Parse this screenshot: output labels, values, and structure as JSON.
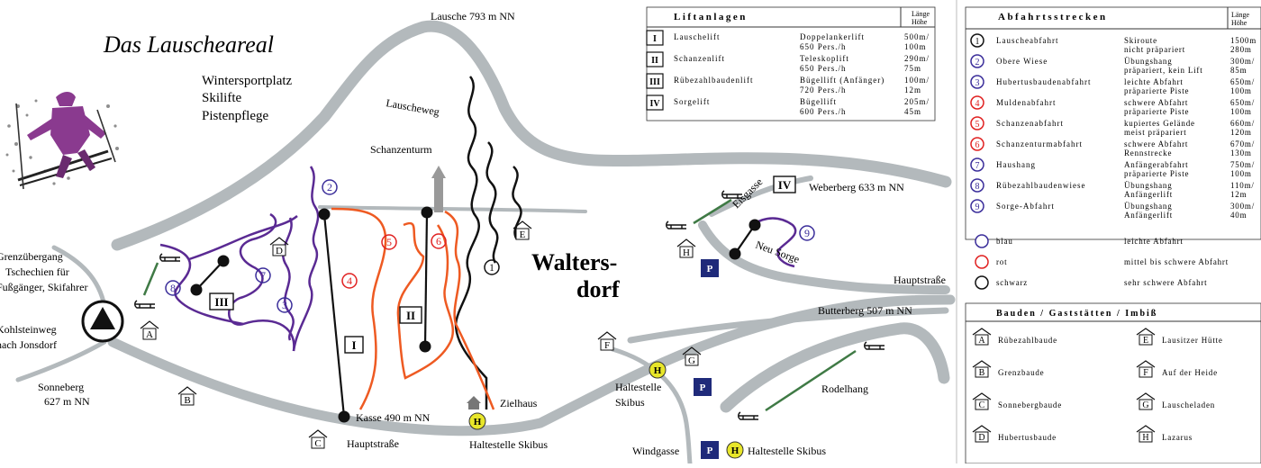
{
  "map": {
    "title": "Das Lauscheareal",
    "intro_lines": [
      "Wintersportplatz",
      "Skilifte",
      "Pistenpflege"
    ],
    "town": [
      "Walters-",
      "dorf"
    ],
    "places": {
      "lausche": "Lausche 793 m NN",
      "lauscheweg": "Lauscheweg",
      "schanzenturm": "Schanzenturm",
      "weberberg": "Weberberg 633 m NN",
      "eisgasse": "Eisgasse",
      "neu_sorge": "Neu Sorge",
      "hauptstrasse_east": "Hauptstraße",
      "butterberg": "Butterberg 507 m NN",
      "sonneberg": [
        "Sonneberg",
        "627 m NN"
      ],
      "grenz": [
        "Grenzübergang",
        "Tschechien für",
        "Fußgänger, Skifahrer"
      ],
      "kohlstein": [
        "Kohlsteinweg",
        "nach Jonsdorf"
      ],
      "kasse": "Kasse 490 m NN",
      "hauptstrasse_south": "Hauptstraße",
      "zielhaus": "Zielhaus",
      "haltestelle_1": "Haltestelle Skibus",
      "haltestelle_2": [
        "Haltestelle",
        "Skibus"
      ],
      "haltestelle_3": "Haltestelle Skibus",
      "windgasse": "Windgasse",
      "rodelhang": "Rodelhang"
    },
    "lift_markers": [
      "I",
      "II",
      "III",
      "IV"
    ],
    "run_markers": [
      "1",
      "2",
      "3",
      "4",
      "5",
      "6",
      "7",
      "8",
      "9"
    ],
    "building_markers": [
      "A",
      "B",
      "C",
      "D",
      "E",
      "F",
      "G",
      "H"
    ],
    "parking_label": "P",
    "bus_label": "H"
  },
  "lifts_table": {
    "header": "Liftanlagen",
    "header_right": [
      "Länge",
      "Höhe"
    ],
    "rows": [
      {
        "id": "I",
        "name": "Lauschelift",
        "lines": [
          [
            "Doppelankerlift",
            "500m/"
          ],
          [
            "650 Pers./h",
            "100m"
          ]
        ]
      },
      {
        "id": "II",
        "name": "Schanzenlift",
        "lines": [
          [
            "Teleskoplift",
            "290m/"
          ],
          [
            "650 Pers./h",
            "75m"
          ]
        ]
      },
      {
        "id": "III",
        "name": "Rübezahlbaudenlift",
        "lines": [
          [
            "Bügellift (Anfänger)",
            "100m/"
          ],
          [
            "720 Pers./h",
            "12m"
          ]
        ]
      },
      {
        "id": "IV",
        "name": "Sorgelift",
        "lines": [
          [
            "Bügellift",
            "205m/"
          ],
          [
            "600 Pers./h",
            "45m"
          ]
        ]
      }
    ]
  },
  "runs_table": {
    "header": "Abfahrtsstrecken",
    "header_right": [
      "Länge",
      "Höhe"
    ],
    "rows": [
      {
        "num": "1",
        "color": "#111111",
        "name": "Lauscheabfahrt",
        "lines": [
          [
            "Skiroute",
            "1500m"
          ],
          [
            "nicht präpariert",
            "280m"
          ]
        ]
      },
      {
        "num": "2",
        "color": "#3a2d9a",
        "name": "Obere Wiese",
        "lines": [
          [
            "Übungshang",
            "300m/"
          ],
          [
            "präpariert, kein Lift",
            "85m"
          ]
        ]
      },
      {
        "num": "3",
        "color": "#3a2d9a",
        "name": "Hubertusbaudenabfahrt",
        "lines": [
          [
            "leichte Abfahrt",
            "650m/"
          ],
          [
            "präparierte Piste",
            "100m"
          ]
        ]
      },
      {
        "num": "4",
        "color": "#e02020",
        "name": "Muldenabfahrt",
        "lines": [
          [
            "schwere Abfahrt",
            "650m/"
          ],
          [
            "präparierte Piste",
            "100m"
          ]
        ]
      },
      {
        "num": "5",
        "color": "#e02020",
        "name": "Schanzenabfahrt",
        "lines": [
          [
            "kupiertes Gelände",
            "660m/"
          ],
          [
            "meist präpariert",
            "120m"
          ]
        ]
      },
      {
        "num": "6",
        "color": "#e02020",
        "name": "Schanzenturmabfahrt",
        "lines": [
          [
            "schwere Abfahrt",
            "670m/"
          ],
          [
            "Rennstrecke",
            "130m"
          ]
        ]
      },
      {
        "num": "7",
        "color": "#3a2d9a",
        "name": "Haushang",
        "lines": [
          [
            "Anfängerabfahrt",
            "750m/"
          ],
          [
            "präparierte Piste",
            "100m"
          ]
        ]
      },
      {
        "num": "8",
        "color": "#3a2d9a",
        "name": "Rübezahlbaudenwiese",
        "lines": [
          [
            "Übungshang",
            "110m/"
          ],
          [
            "Anfängerlift",
            "12m"
          ]
        ]
      },
      {
        "num": "9",
        "color": "#3a2d9a",
        "name": "Sorge-Abfahrt",
        "lines": [
          [
            "Übungshang",
            "300m/"
          ],
          [
            "Anfängerlift",
            "40m"
          ]
        ]
      }
    ]
  },
  "legend": [
    {
      "color": "#3a2d9a",
      "label": "blau",
      "desc": "leichte Abfahrt"
    },
    {
      "color": "#e02020",
      "label": "rot",
      "desc": "mittel bis schwere Abfahrt"
    },
    {
      "color": "#111111",
      "label": "schwarz",
      "desc": "sehr schwere Abfahrt"
    }
  ],
  "bauden": {
    "header": "Bauden / Gaststätten / Imbiß",
    "left": [
      {
        "letter": "A",
        "name": "Rübezahlbaude"
      },
      {
        "letter": "B",
        "name": "Grenzbaude"
      },
      {
        "letter": "C",
        "name": "Sonnebergbaude"
      },
      {
        "letter": "D",
        "name": "Hubertusbaude"
      }
    ],
    "right": [
      {
        "letter": "E",
        "name": "Lausitzer Hütte"
      },
      {
        "letter": "F",
        "name": "Auf der Heide"
      },
      {
        "letter": "G",
        "name": "Lauscheladen"
      },
      {
        "letter": "H",
        "name": "Lazarus"
      }
    ]
  },
  "colors": {
    "road": "#b3b9bc",
    "blue_run": "#5a2a93",
    "red_run": "#ee5a22",
    "black_run": "#111111",
    "sled_line": "#3f7a45",
    "parking_bg": "#1f2a7a",
    "bus_bg": "#e8e62a"
  }
}
